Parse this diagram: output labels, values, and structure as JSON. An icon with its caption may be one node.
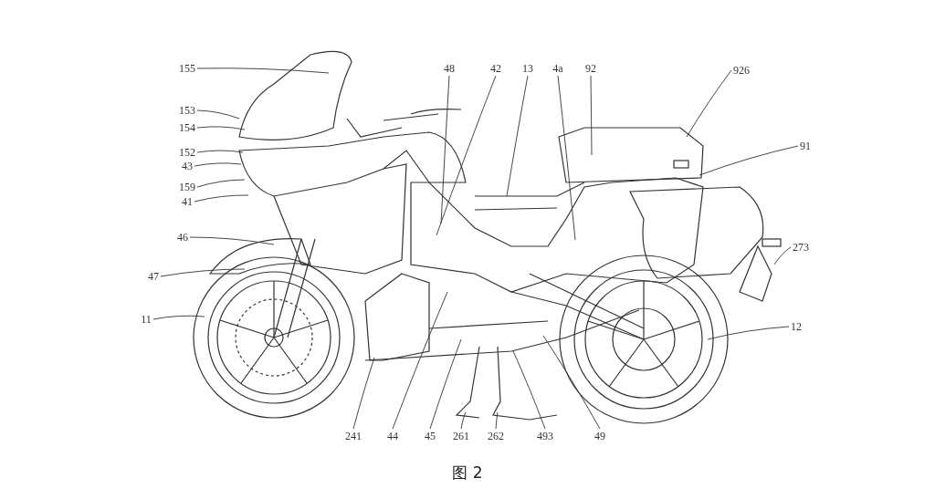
{
  "diagram": {
    "caption": "图 2",
    "nodes": [
      {
        "text": [
          "155"
        ]
      },
      {
        "text": [
          "153"
        ]
      },
      {
        "text": [
          "154"
        ]
      },
      {
        "text": [
          "152"
        ]
      },
      {
        "text": [
          "43"
        ]
      },
      {
        "text": [
          "159"
        ]
      },
      {
        "text": [
          "41"
        ]
      },
      {
        "text": [
          "46"
        ]
      },
      {
        "text": [
          "47"
        ]
      },
      {
        "text": [
          "11"
        ]
      },
      {
        "text": [
          "48"
        ]
      },
      {
        "text": [
          "42"
        ]
      },
      {
        "text": [
          "13"
        ]
      },
      {
        "text": [
          "4a"
        ]
      },
      {
        "text": [
          "92"
        ]
      },
      {
        "text": [
          "926"
        ]
      },
      {
        "text": [
          "91"
        ]
      },
      {
        "text": [
          "273"
        ]
      },
      {
        "text": [
          "12"
        ]
      },
      {
        "text": [
          "241"
        ]
      },
      {
        "text": [
          "44"
        ]
      },
      {
        "text": [
          "45"
        ]
      },
      {
        "text": [
          "261"
        ]
      },
      {
        "text": [
          "262"
        ]
      },
      {
        "text": [
          "493"
        ]
      },
      {
        "text": [
          "49"
        ]
      }
    ],
    "edges": [
      {
        "from": 0,
        "to": null,
        "arrow": "none"
      },
      {
        "from": 1,
        "to": null,
        "arrow": "none"
      },
      {
        "from": 2,
        "to": null,
        "arrow": "none"
      },
      {
        "from": 3,
        "to": null,
        "arrow": "none"
      },
      {
        "from": 4,
        "to": null,
        "arrow": "none"
      },
      {
        "from": 5,
        "to": null,
        "arrow": "none"
      },
      {
        "from": 6,
        "to": null,
        "arrow": "none"
      },
      {
        "from": 7,
        "to": null,
        "arrow": "none"
      },
      {
        "from": 8,
        "to": null,
        "arrow": "none"
      },
      {
        "from": 9,
        "to": null,
        "arrow": "none"
      },
      {
        "from": 10,
        "to": null,
        "arrow": "none"
      },
      {
        "from": 11,
        "to": null,
        "arrow": "none"
      },
      {
        "from": 12,
        "to": null,
        "arrow": "none"
      },
      {
        "from": 13,
        "to": null,
        "arrow": "none"
      },
      {
        "from": 14,
        "to": null,
        "arrow": "none"
      },
      {
        "from": 15,
        "to": null,
        "arrow": "none"
      },
      {
        "from": 16,
        "to": null,
        "arrow": "none"
      },
      {
        "from": 17,
        "to": null,
        "arrow": "none"
      },
      {
        "from": 18,
        "to": null,
        "arrow": "none"
      },
      {
        "from": 19,
        "to": null,
        "arrow": "none"
      },
      {
        "from": 20,
        "to": null,
        "arrow": "none"
      },
      {
        "from": 21,
        "to": null,
        "arrow": "none"
      },
      {
        "from": 22,
        "to": null,
        "arrow": "none"
      },
      {
        "from": 23,
        "to": null,
        "arrow": "none"
      },
      {
        "from": 24,
        "to": null,
        "arrow": "none"
      },
      {
        "from": 25,
        "to": null,
        "arrow": "none"
      }
    ]
  }
}
